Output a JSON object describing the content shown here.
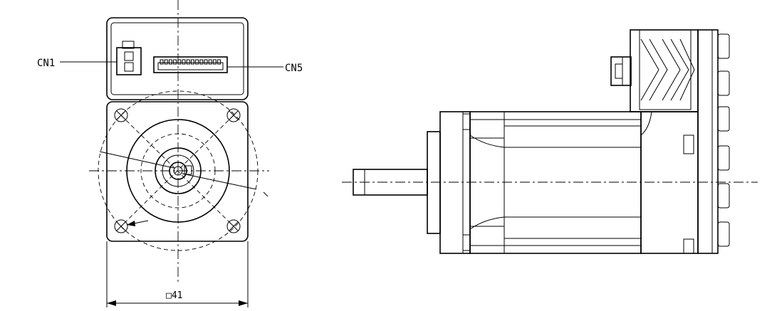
{
  "labels": {
    "cn1": "CN1",
    "cn5": "CN5",
    "dimension": "□41"
  },
  "colors": {
    "line": "#000000",
    "background": "#ffffff"
  }
}
